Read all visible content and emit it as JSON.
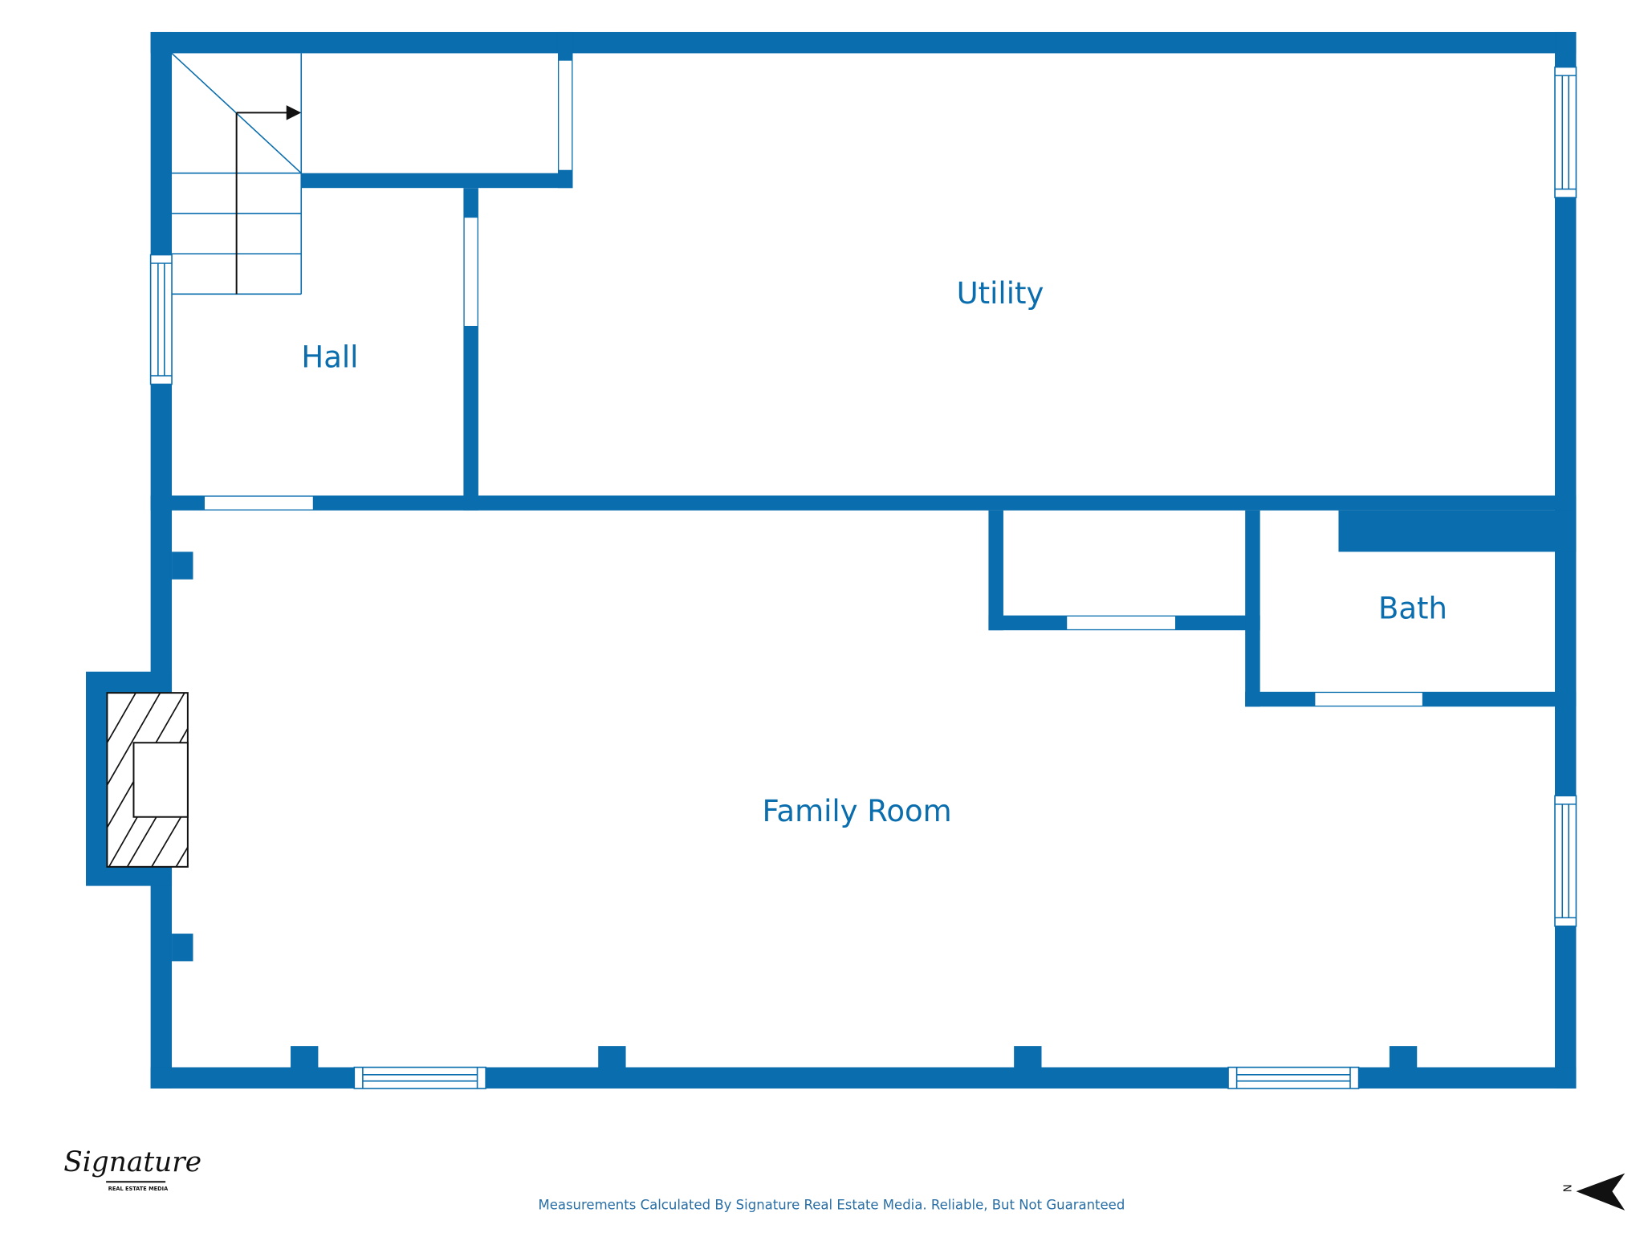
{
  "rooms": {
    "utility": "Utility",
    "hall": "Hall",
    "bath": "Bath",
    "family_room": "Family Room"
  },
  "footer": {
    "disclaimer": "Measurements Calculated By Signature Real Estate Media. Reliable, But Not Guaranteed"
  },
  "logo": {
    "script": "Signature",
    "subtitle": "REAL ESTATE MEDIA"
  },
  "compass": {
    "label": "N"
  },
  "colors": {
    "wall": "#0a6dad"
  }
}
